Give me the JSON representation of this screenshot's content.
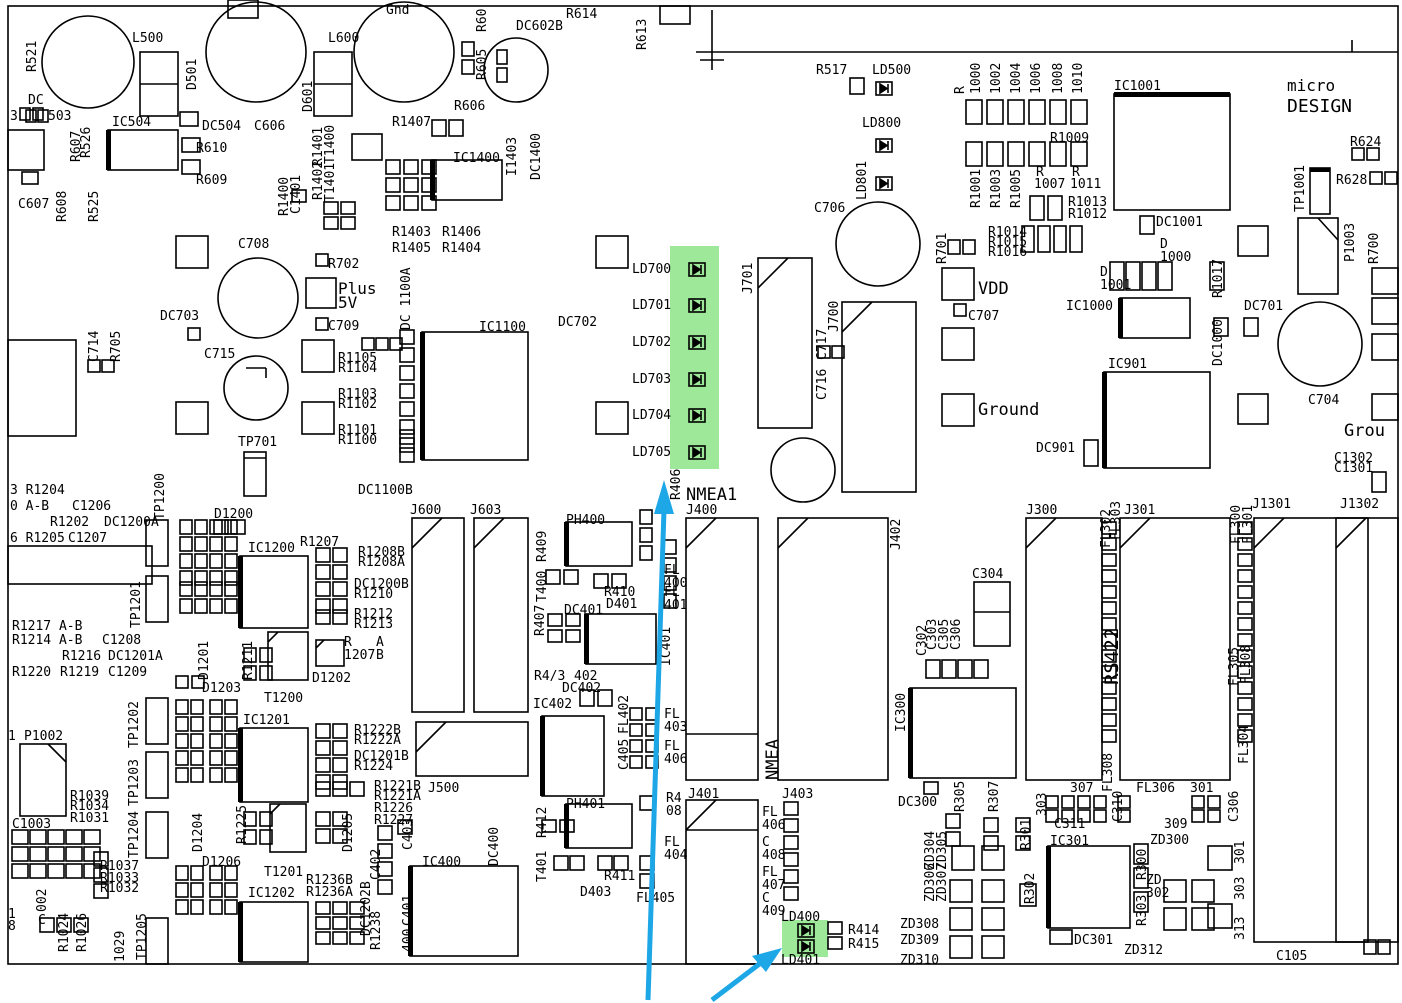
{
  "colors": {
    "highlight": "#9ee89a",
    "arrow": "#1ea7e6",
    "ink": "#000000"
  },
  "header": {
    "brand_line1": "micro",
    "brand_line2": "DESIGN"
  },
  "pads": {
    "vdd": "VDD",
    "ground": "Ground",
    "ground_right": "Grou",
    "plus": "Plus",
    "plus_v": "5V"
  },
  "connectors": {
    "nmea1": "NMEA1",
    "nmea": "NMEA",
    "rs422": "RS422"
  },
  "leds": {
    "nmea_status": [
      "LD700",
      "LD701",
      "LD702",
      "LD703",
      "LD704",
      "LD705"
    ],
    "ld400": "LD400",
    "ld401": "LD401",
    "ld500": "LD500",
    "ld800": "LD800",
    "ld801": "LD801"
  },
  "ics": {
    "ic504": "IC504",
    "ic1400": "IC1400",
    "ic1100": "IC1100",
    "ic1001": "IC1001",
    "ic1000": "IC1000",
    "ic901": "IC901",
    "ic1200": "IC1200",
    "ic1201": "IC1201",
    "ic1202": "IC1202",
    "ic400": "IC400",
    "ic402": "IC402",
    "ic300": "IC300",
    "ic301": "IC301"
  },
  "labels": {
    "l500": "L500",
    "l600": "L600",
    "d501": "D501",
    "d601": "D601",
    "dc602b": "DC602B",
    "r614": "R614",
    "r613": "R613",
    "r60": "R60",
    "r605": "R605",
    "r606": "R606",
    "r521": "R521",
    "gnd": "Gnd",
    "dc": "DC",
    "n503": "503",
    "n3": "3",
    "dc504": "DC504",
    "c606": "C606",
    "r610": "R610",
    "r609": "R609",
    "r607": "R607",
    "r526": "R526",
    "c607": "C607",
    "r608": "R608",
    "r525": "R525",
    "r1407": "R1407",
    "r1401": "R1401",
    "t1400": "T1400",
    "r1402": "R1402",
    "t1401": "T1401",
    "r1400": "R1400",
    "c1401": "C1401",
    "r1403": "R1403",
    "r1406": "R1406",
    "r1405": "R1405",
    "r1404": "R1404",
    "i1403": "I1403",
    "dc1400": "DC1400",
    "c708": "C708",
    "r702": "R702",
    "dc703": "DC703",
    "c709": "C709",
    "c715": "C715",
    "c714": "C714",
    "r705": "R705",
    "tp701": "TP701",
    "dc1100a": "DC 1100A",
    "r1105": "R1105",
    "r1104": "R1104",
    "r1103": "R1103",
    "r1102": "R1102",
    "r1101": "R1101",
    "r1100": "R1100",
    "dc1100b": "DC1100B",
    "dc702": "DC702",
    "r517": "R517",
    "c706": "C706",
    "r701": "R701",
    "c707": "C707",
    "j701": "J701",
    "j700": "J700",
    "c716": "C716",
    "c717": "C717",
    "r_col": "R",
    "r1000": "1000",
    "r1002": "1002",
    "r1004": "1004",
    "r1006": "1006",
    "r1008": "1008",
    "r1010": "1010",
    "r1009": "R1009",
    "r1001": "R1001",
    "r1003": "R1003",
    "r1005": "R1005",
    "r1007": "1007",
    "r1011": "1011",
    "r_1007": "R",
    "r_1011": "R",
    "r1013": "R1013",
    "r1012": "R1012",
    "r1014": "R1014",
    "r1015": "R1015",
    "r1016": "R1016",
    "dc1001": "DC1001",
    "d1000": "D\n1000",
    "d1001": "D\n1001",
    "r1017": "R1017",
    "dc1000": "DC1000",
    "dc701": "DC701",
    "c704": "C704",
    "tp1001": "TP1001",
    "p1003": "P1003",
    "r624": "R624",
    "r628": "R628",
    "r700": "R700",
    "dc901": "DC901",
    "c1302": "C1302",
    "c1301": "C1301",
    "r406": "R406",
    "j600": "J600",
    "j603": "J603",
    "j400": "J400",
    "j402": "J402",
    "ph400": "PH400",
    "r409": "R409",
    "t400": "T400",
    "r410": "R410",
    "d401": "D401",
    "fl400": "FL\n400",
    "fl401": "FL\n401",
    "dc401": "DC401",
    "r407": "R407",
    "ic401": "IC401",
    "r413": "R4/3",
    "n402": "402",
    "dc402": "DC402",
    "fl402": "FL402",
    "fl403": "FL\n403",
    "c405": "C405",
    "fl406b": "FL\n406",
    "j500": "J500",
    "r408": "R4\n08",
    "ph401": "PH401",
    "r412": "R412",
    "t401": "T401",
    "r411": "R411",
    "d403": "D403",
    "fl404": "FL\n404",
    "fl405": "FL405",
    "dc400": "DC400",
    "j401": "J401",
    "j403": "J403",
    "fl406": "FL\n406",
    "c408": "C\n408",
    "fl407": "FL\n407",
    "c409": "C\n409",
    "r414": "R414",
    "r415": "R415",
    "j300": "J300",
    "j301": "J301",
    "fl302": "FL302",
    "fl303": "FL303",
    "c304": "C304",
    "c302": "C302",
    "c303": "C303",
    "c305": "C305",
    "c306b": "C306",
    "j1301": "J1301",
    "j1302": "J1302",
    "fl300": "FL300",
    "fl301": "FL301",
    "fl305": "FL305",
    "fl308": "FL308",
    "fl304": "FL304",
    "fl306": "FL306",
    "n301": "301",
    "n307": "307",
    "n303": "303",
    "n309": "309",
    "c311": "C311",
    "c310": "C310",
    "c306": "C306",
    "dc300": "DC300",
    "r305": "R305",
    "r307": "R307",
    "r301": "R301",
    "zd300": "ZD300",
    "zd304": "ZD304",
    "zd305": "ZD305",
    "zd306": "ZD306",
    "zd307": "ZD307",
    "r302": "R302",
    "r300": "R300",
    "zd302": "ZD\n302",
    "r303": "R303",
    "zd308": "ZD308",
    "zd309": "ZD309",
    "dc301": "DC301",
    "zd312": "ZD312",
    "zd310": "ZD310",
    "n313": "313",
    "n303b": "303",
    "n301b": "301",
    "c105": "C105",
    "r1204": "3 R1204",
    "ab0": "0 A-B",
    "c1206": "C1206",
    "r1202": "R1202",
    "dc1200a": "DC1200A",
    "r1205": "6 R1205",
    "c1207": "C1207",
    "tp1200": "TP1200",
    "d1200": "D1200",
    "r1207": "R1207",
    "r1208b": "R1208B",
    "r1208a": "R1208A",
    "dc1200b": "DC1200B",
    "r1210": "R1210",
    "r1212": "R1212",
    "r1213": "R1213",
    "tp1201": "TP1201",
    "r1217": "R1217  A-B",
    "r1214": "R1214  A-B",
    "c1208": "C1208",
    "r1216": "R1216",
    "dc1201a": "DC1201A",
    "r1220": "R1220",
    "r1219": "R1219",
    "c1209": "C1209",
    "d1201": "D1201",
    "r1211": "R1211",
    "r1207a": "R\n1207",
    "a_b": "A\nB",
    "d1202": "D1202",
    "d1203": "D1203",
    "t1200": "T1200",
    "p1002": "P1002",
    "n1": "1",
    "tp1202": "TP1202",
    "tp1203": "TP1203",
    "r1222b": "R1222B",
    "r1222a": "R1222A",
    "dc1201b": "DC1201B",
    "r1224": "R1224",
    "r1221b": "R1221B",
    "r1221a": "R1221A",
    "r1226": "R1226",
    "r1227": "R1227",
    "r1225": "R1225",
    "d1204": "D1204",
    "d1205": "D1205",
    "d1206": "D1206",
    "t1201": "T1201",
    "tp1204": "TP1204",
    "r1039": "R1039",
    "r1034": "R1034",
    "r1031": "R1031",
    "c1003": "C1003",
    "r1037": "R1037",
    "r1033": "R1033",
    "r1032": "R1032",
    "r1236b": "R1236B",
    "r1236a": "R1236A",
    "dc1202b": "DC1202B",
    "r1238": "R1238",
    "c402": "C402",
    "c403": "C403",
    "c401": "C401",
    "n400": "400",
    "r1024": "R1024",
    "r1026": "R1026",
    "tp1205": "TP1205",
    "r1029": "1029",
    "n002": "002",
    "c_b": "C",
    "n8": "8",
    "n1b": "1"
  }
}
